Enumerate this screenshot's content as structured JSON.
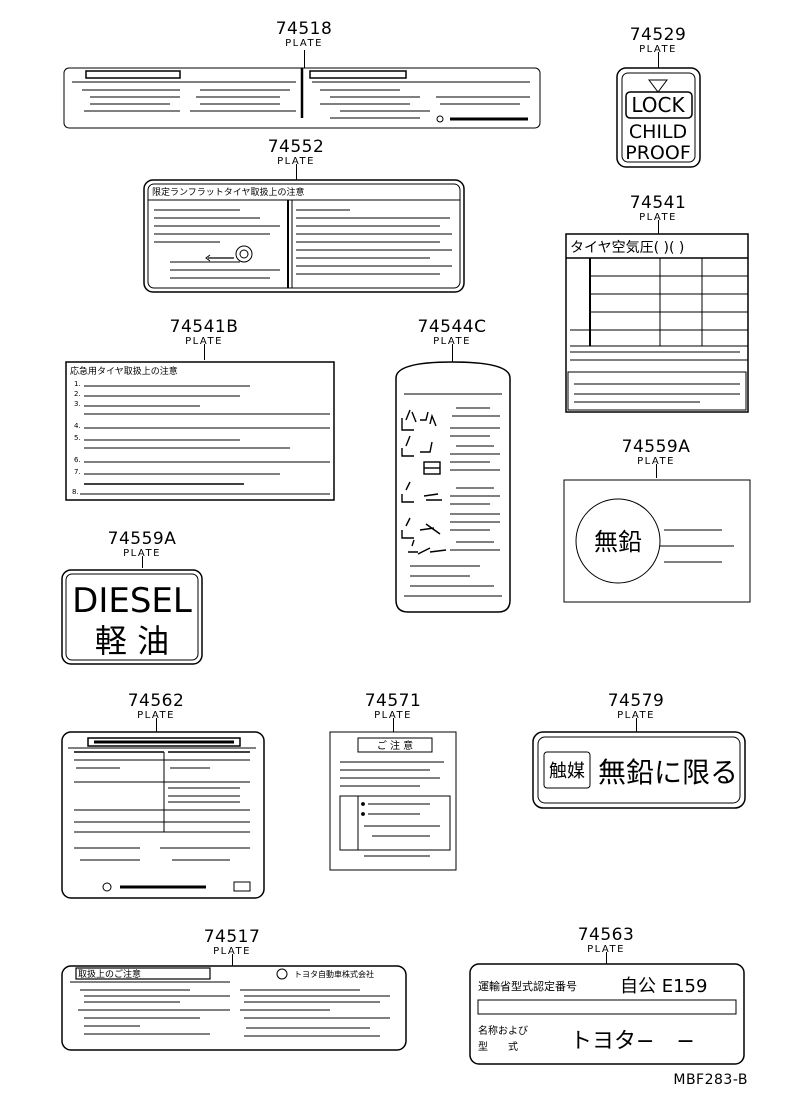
{
  "parts": [
    {
      "id": "p74518",
      "number": "74518",
      "caption": "PLATE"
    },
    {
      "id": "p74529",
      "number": "74529",
      "caption": "PLATE"
    },
    {
      "id": "p74552",
      "number": "74552",
      "caption": "PLATE"
    },
    {
      "id": "p74541",
      "number": "74541",
      "caption": "PLATE"
    },
    {
      "id": "p74541b",
      "number": "74541B",
      "caption": "PLATE"
    },
    {
      "id": "p74544c",
      "number": "74544C",
      "caption": "PLATE"
    },
    {
      "id": "p74559a1",
      "number": "74559A",
      "caption": "PLATE"
    },
    {
      "id": "p74559a2",
      "number": "74559A",
      "caption": "PLATE"
    },
    {
      "id": "p74562",
      "number": "74562",
      "caption": "PLATE"
    },
    {
      "id": "p74571",
      "number": "74571",
      "caption": "PLATE"
    },
    {
      "id": "p74579",
      "number": "74579",
      "caption": "PLATE"
    },
    {
      "id": "p74517",
      "number": "74517",
      "caption": "PLATE"
    },
    {
      "id": "p74563",
      "number": "74563",
      "caption": "PLATE"
    }
  ],
  "labels": {
    "lock": "LOCK",
    "child": "CHILD",
    "proof": "PROOF",
    "tire_pressure": "タイヤ空気圧(   )(     )",
    "diesel": "DIESEL",
    "keiyu": "軽 油",
    "unleaded": "無鉛",
    "catalyst": "触媒",
    "unleaded_only": "無鉛に限る",
    "caution": "ご 注 意",
    "approval_no": "運輸省型式認定番号",
    "approval_val": "自公 E159",
    "name_kind": "名称および",
    "model_kind": "型　　式",
    "model_val": "トヨタ−　−",
    "spare_tire_title": "応急用タイヤ取扱上の注意",
    "runflat_title": "限定ランフラットタイヤ取扱上の注意",
    "handling_caution": "取扱上のご注意",
    "maker": "トヨタ自動車株式会社"
  },
  "reference": "MBF283-B"
}
